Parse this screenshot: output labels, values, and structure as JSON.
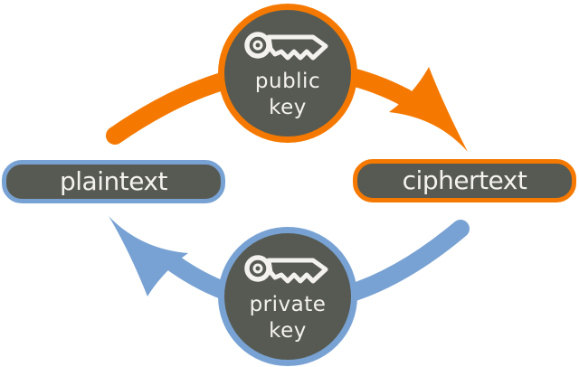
{
  "colors": {
    "encrypt_orange": "#f57900",
    "decrypt_blue": "#78a2d3",
    "node_fill": "#575a52",
    "label_text": "#f4f2ee",
    "background": "#ffffff"
  },
  "nodes": {
    "plaintext": {
      "label": "plaintext"
    },
    "ciphertext": {
      "label": "ciphertext"
    },
    "public_key": {
      "line1": "public",
      "line2": "key"
    },
    "private_key": {
      "line1": "private",
      "line2": "key"
    }
  },
  "icons": {
    "public_key": "key-icon",
    "private_key": "key-icon",
    "encrypt": "curved-arrow-right-icon",
    "decrypt": "curved-arrow-left-icon"
  }
}
